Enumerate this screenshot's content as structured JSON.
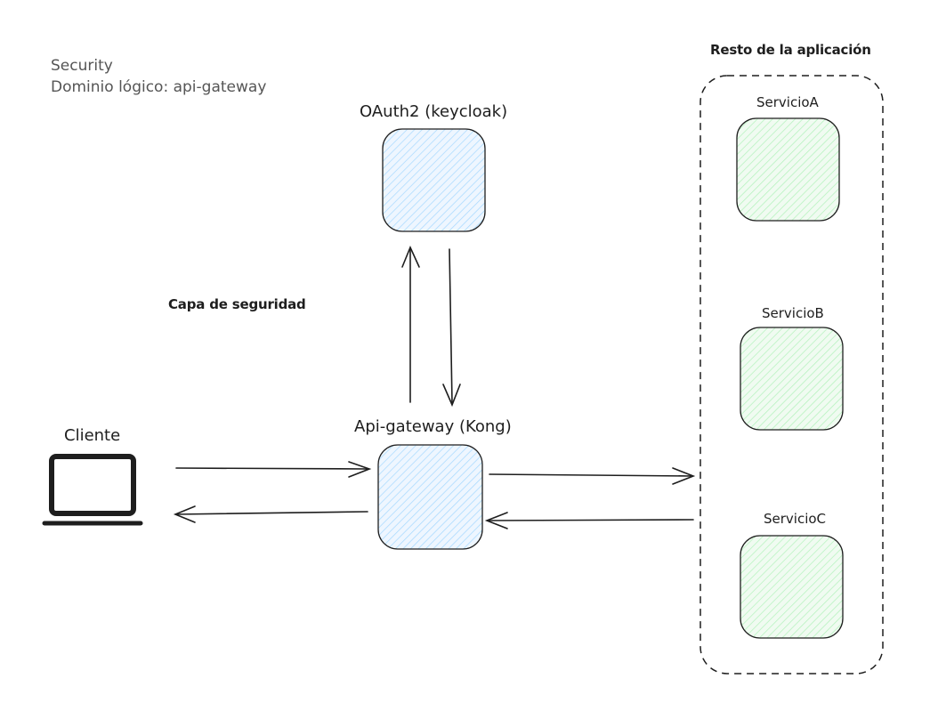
{
  "notes": {
    "line1": "Security",
    "line2": "Dominio lógico: api-gateway"
  },
  "nodes": {
    "oauth": {
      "label": "OAuth2 (keycloak)",
      "fill": "#a5d8ff"
    },
    "gateway": {
      "label": "Api-gateway (Kong)",
      "fill": "#a5d8ff"
    },
    "client": {
      "label": "Cliente",
      "icon": "laptop-icon"
    },
    "serviceA": {
      "label": "ServicioA",
      "fill": "#b2f2bb"
    },
    "serviceB": {
      "label": "ServicioB",
      "fill": "#b2f2bb"
    },
    "serviceC": {
      "label": "ServicioC",
      "fill": "#b2f2bb"
    }
  },
  "groups": {
    "security_layer": {
      "label": "Capa de seguridad"
    },
    "rest_of_app": {
      "label": "Resto de la aplicación"
    }
  },
  "colors": {
    "stroke": "#1e1e1e",
    "security_fill": "#a5d8ff",
    "service_fill": "#b2f2bb",
    "note_text": "#555555"
  }
}
